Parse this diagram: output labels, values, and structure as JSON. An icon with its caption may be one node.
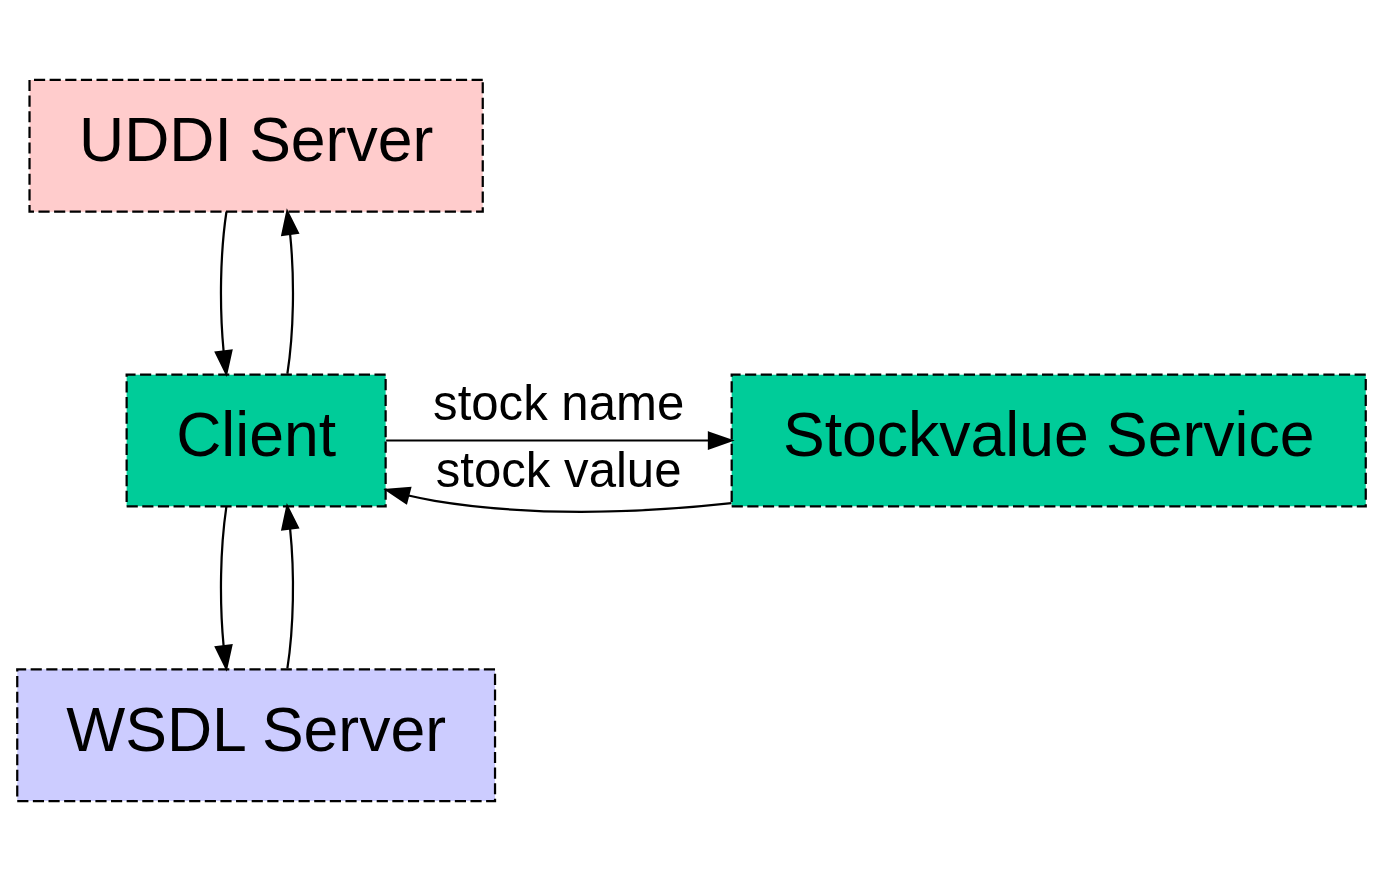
{
  "diagram": {
    "nodes": [
      {
        "text": [
          "UDDI Server"
        ]
      },
      {
        "text": [
          "Client"
        ]
      },
      {
        "text": [
          "Stockvalue Service"
        ]
      },
      {
        "text": [
          "WSDL Server"
        ]
      }
    ],
    "edges": [
      {
        "from": 1,
        "to": 0,
        "arrow": "to"
      },
      {
        "from": 0,
        "to": 1,
        "arrow": "to"
      },
      {
        "from": 1,
        "to": 2,
        "arrow": "to",
        "label": "stock name"
      },
      {
        "from": 2,
        "to": 1,
        "arrow": "to",
        "label": "stock value"
      },
      {
        "from": 1,
        "to": 3,
        "arrow": "to"
      },
      {
        "from": 3,
        "to": 1,
        "arrow": "to"
      }
    ]
  }
}
